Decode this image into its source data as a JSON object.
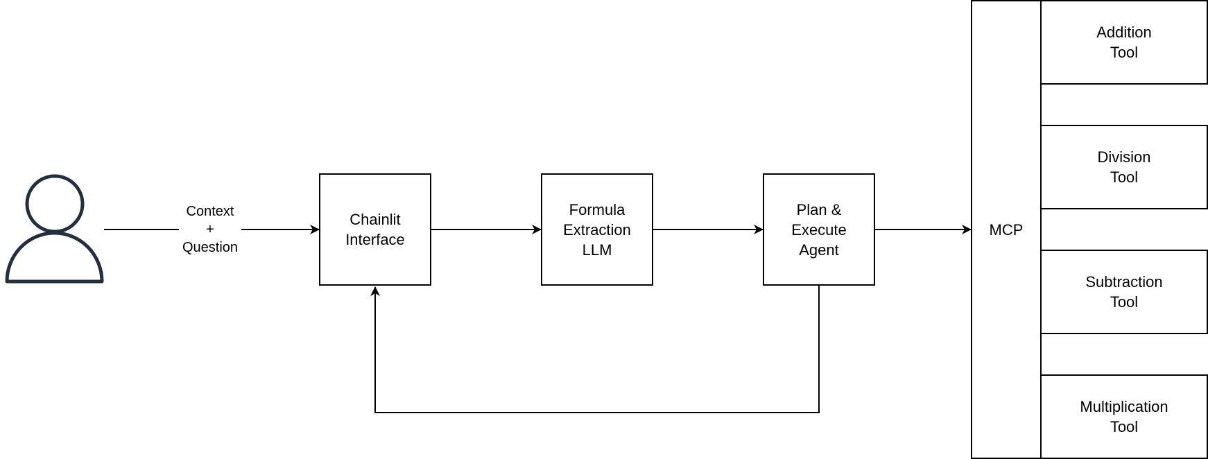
{
  "diagram": {
    "actor": {
      "icon": "user-icon",
      "color": "#232F3E"
    },
    "edge_user_to_interface": {
      "label": "Context\n+\nQuestion"
    },
    "nodes": {
      "chainlit_interface": "Chainlit\nInterface",
      "formula_extraction": "Formula\nExtraction\nLLM",
      "plan_execute_agent": "Plan &\nExecute\nAgent",
      "mcp": "MCP"
    },
    "tools": [
      {
        "label": "Addition\nTool"
      },
      {
        "label": "Division\nTool"
      },
      {
        "label": "Subtraction\nTool"
      },
      {
        "label": "Multiplication\nTool"
      }
    ]
  }
}
